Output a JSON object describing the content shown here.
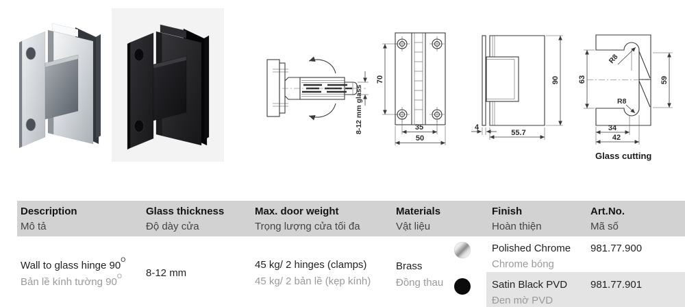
{
  "product_photos": [
    {
      "name": "wall-to-glass-hinge-polished-chrome",
      "finish": "Polished Chrome"
    },
    {
      "name": "wall-to-glass-hinge-satin-black",
      "finish": "Satin Black PVD"
    }
  ],
  "drawings": {
    "swing_view": {
      "glass_label": "8-12 mm glass"
    },
    "front_view": {
      "height_between_holes": "70",
      "hole_spacing": "35",
      "width": "50"
    },
    "side_view": {
      "plate_thickness": "4",
      "depth": "55.7",
      "height": "90"
    },
    "glass_cutting": {
      "label": "Glass cutting",
      "cut_height": "63",
      "edge_height": "59",
      "radius_top": "R8",
      "radius_bottom": "R8",
      "cut_width": "34",
      "total_width": "42"
    }
  },
  "table": {
    "colors": {
      "header_bg": "#d2d2d2",
      "alt_row_bg": "#e4e4e4",
      "muted_text": "#9a9a9a"
    },
    "degree_symbol": "O",
    "columns": [
      {
        "en": "Description",
        "vi": "Mô tả"
      },
      {
        "en": "Glass thickness",
        "vi": "Độ dày cửa"
      },
      {
        "en": "Max. door weight",
        "vi": "Trọng lượng cửa tối đa"
      },
      {
        "en": "Materials",
        "vi": "Vật liệu"
      },
      {
        "en": "Finish",
        "vi": "Hoàn thiện"
      },
      {
        "en": "Art.No.",
        "vi": "Mã số"
      }
    ],
    "row": {
      "description_en": "Wall to glass hinge 90",
      "description_vi": "Bản lề kính tường 90",
      "glass_thickness": "8-12 mm",
      "max_weight_en": "45 kg/ 2 hinges (clamps)",
      "max_weight_vi": "45 kg/ 2 bản lề (kẹp kính)",
      "material_en": "Brass",
      "material_vi": "Đồng thau"
    },
    "variants": [
      {
        "finish_en": "Polished Chrome",
        "finish_vi": "Chrome bóng",
        "art_no": "981.77.900",
        "swatch_color": "#d9d9d9"
      },
      {
        "finish_en": "Satin Black PVD",
        "finish_vi": "Đen mờ PVD",
        "art_no": "981.77.901",
        "swatch_color": "#0b0b0b"
      }
    ]
  }
}
